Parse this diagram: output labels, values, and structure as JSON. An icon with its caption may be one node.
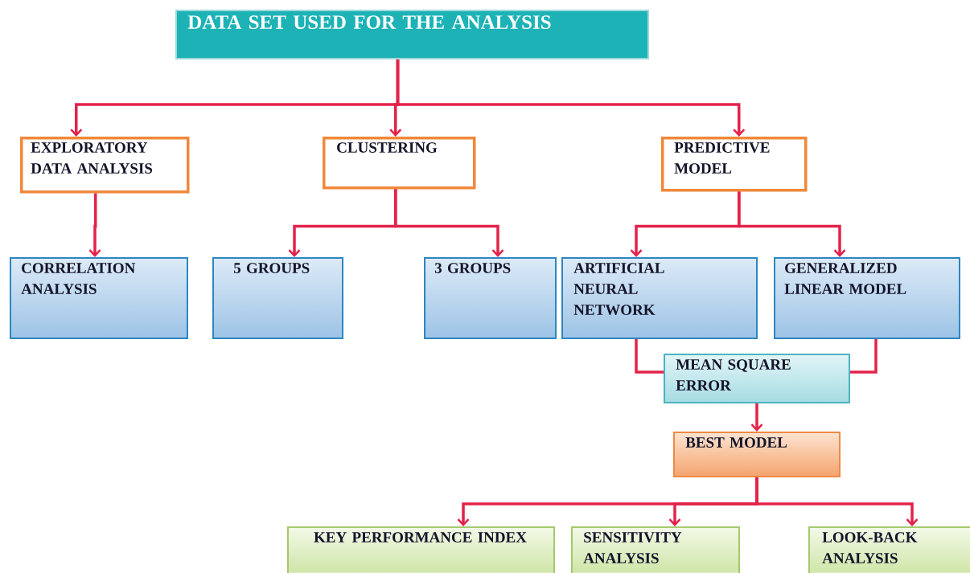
{
  "diagram": {
    "nodes": [
      {
        "text": [
          "DATA SET USED FOR THE ANALYSIS"
        ]
      },
      {
        "text": [
          "EXPLORATORY DATA ANALYSIS"
        ]
      },
      {
        "text": [
          "CLUSTERING"
        ]
      },
      {
        "text": [
          "PREDICTIVE MODEL"
        ]
      },
      {
        "text": [
          "CORRELATION ANALYSIS"
        ]
      },
      {
        "text": [
          "5 GROUPS"
        ]
      },
      {
        "text": [
          "3 GROUPS"
        ]
      },
      {
        "text": [
          "ARTIFICIAL NEURAL NETWORK"
        ]
      },
      {
        "text": [
          "GENERALIZED LINEAR MODEL"
        ]
      },
      {
        "text": [
          "MEAN SQUARE ERROR"
        ]
      },
      {
        "text": [
          "BEST MODEL"
        ]
      },
      {
        "text": [
          "KEY PERFORMANCE INDEX"
        ]
      },
      {
        "text": [
          "SENSITIVITY ANALYSIS"
        ]
      },
      {
        "text": [
          "LOOK-BACK ANALYSIS"
        ]
      }
    ],
    "edges": [
      {
        "from": 0,
        "to": 1,
        "arrow": "to"
      },
      {
        "from": 0,
        "to": 2,
        "arrow": "to"
      },
      {
        "from": 0,
        "to": 3,
        "arrow": "to"
      },
      {
        "from": 1,
        "to": 4,
        "arrow": "to"
      },
      {
        "from": 2,
        "to": 5,
        "arrow": "to"
      },
      {
        "from": 2,
        "to": 6,
        "arrow": "to"
      },
      {
        "from": 3,
        "to": 7,
        "arrow": "to"
      },
      {
        "from": 3,
        "to": 8,
        "arrow": "to"
      },
      {
        "from": 7,
        "to": 9,
        "arrow": "none"
      },
      {
        "from": 8,
        "to": 9,
        "arrow": "none"
      },
      {
        "from": 9,
        "to": 10,
        "arrow": "to"
      },
      {
        "from": 10,
        "to": 11,
        "arrow": "to"
      },
      {
        "from": 10,
        "to": 12,
        "arrow": "to"
      },
      {
        "from": 10,
        "to": 13,
        "arrow": "to"
      }
    ]
  }
}
